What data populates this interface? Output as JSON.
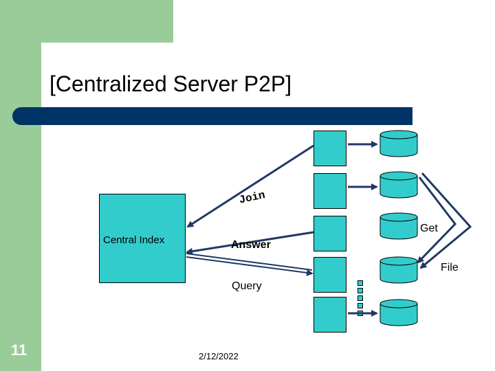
{
  "slide": {
    "title": "[Centralized Server P2P]",
    "number": "11",
    "date": "2/12/2022"
  },
  "diagram": {
    "central_label": "Central Index",
    "labels": {
      "join": "Join",
      "answer": "Answer",
      "query": "Query",
      "get": "Get",
      "file": "File"
    }
  },
  "colors": {
    "green": "#99cc99",
    "navy": "#003366",
    "teal": "#33cccc",
    "arrow": "#1f3864"
  }
}
